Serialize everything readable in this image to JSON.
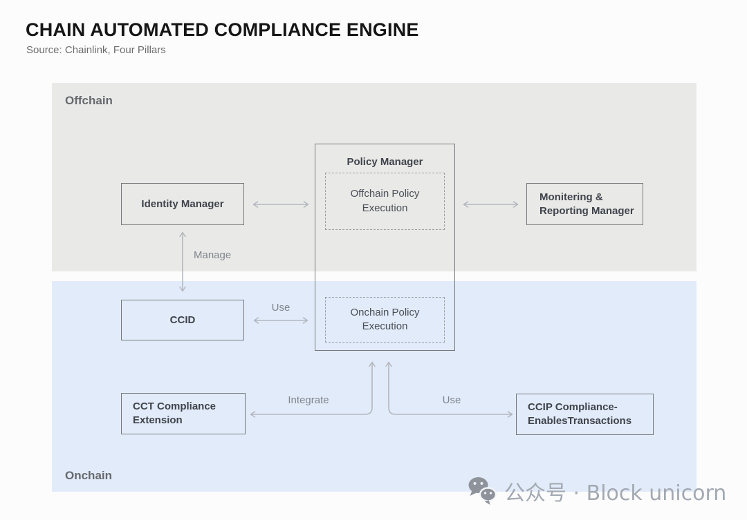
{
  "header": {
    "title": "CHAIN AUTOMATED COMPLIANCE ENGINE",
    "source": "Source: Chainlink, Four Pillars"
  },
  "zones": {
    "offchain": "Offchain",
    "onchain": "Onchain"
  },
  "nodes": {
    "identity_manager": {
      "label": "Identity Manager"
    },
    "policy_manager": {
      "label": "Policy Manager"
    },
    "offchain_policy_execution": {
      "line1": "Offchain Policy",
      "line2": "Execution"
    },
    "onchain_policy_execution": {
      "line1": "Onchain Policy",
      "line2": "Execution"
    },
    "monitoring_manager": {
      "line1": "Monitering &",
      "line2": "Reporting Manager"
    },
    "ccid": {
      "label": "CCID"
    },
    "cct_compliance_extension": {
      "line1": "CCT Compliance",
      "line2": "Extension"
    },
    "ccip_transactions": {
      "line1": "CCIP Compliance-",
      "line2": "EnablesTransactions"
    }
  },
  "edge_labels": {
    "manage": "Manage",
    "use_ccid": "Use",
    "integrate": "Integrate",
    "use_ccip": "Use"
  },
  "watermark": {
    "icon": "wechat-icon",
    "text": "公众号 · Block unicorn"
  },
  "colors": {
    "page_bg": "#fcfcfc",
    "offchain_bg": "#e9e9e7",
    "onchain_bg": "#e2ebf9",
    "box_border": "#75777b",
    "dashed_border": "#9b9ea5",
    "arrow": "#b3b7bf",
    "title_text": "#161616",
    "box_text": "#3f434b",
    "edge_label_text": "#80858e",
    "watermark_text": "#a3a9b2"
  }
}
